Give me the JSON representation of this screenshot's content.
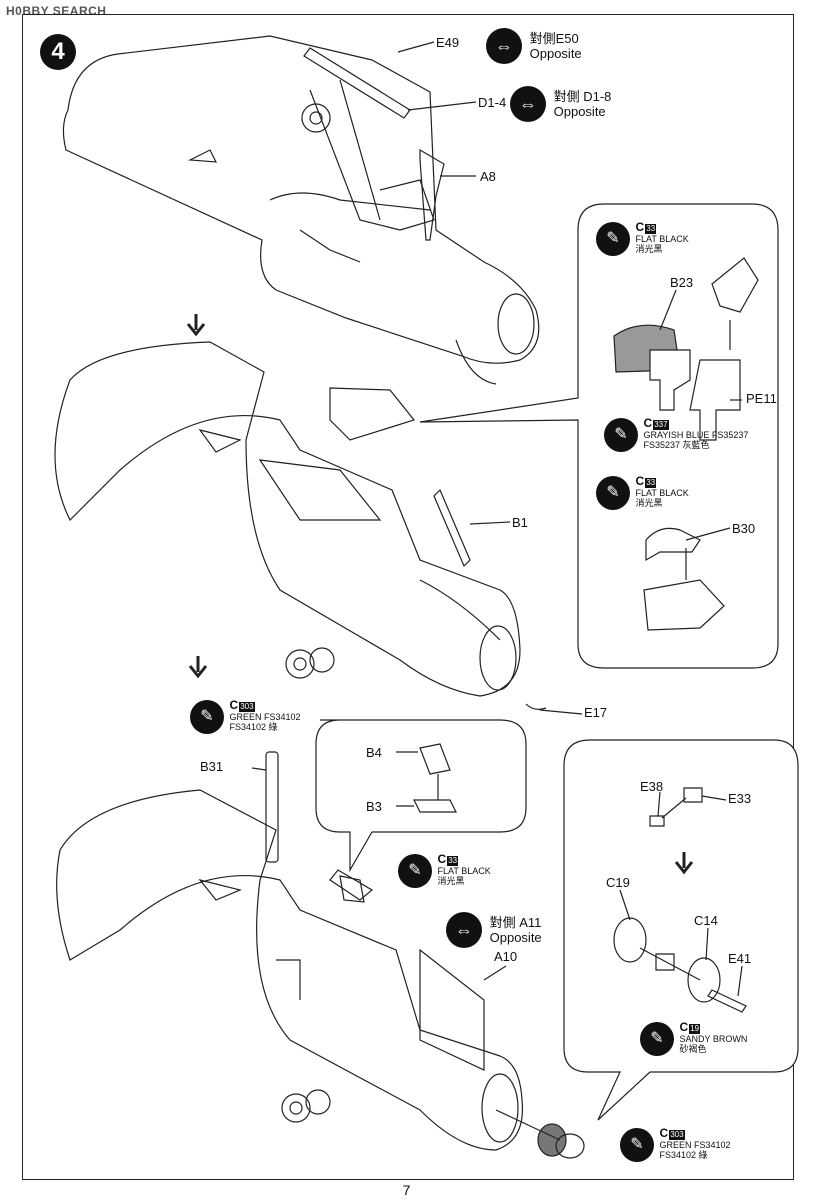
{
  "watermark": "H0BBY SEARCH",
  "step_number": "4",
  "page_number": "7",
  "opposite": {
    "e50": {
      "cn": "對側E50",
      "en": "Opposite"
    },
    "d18": {
      "cn": "對側 D1-8",
      "en": "Opposite"
    },
    "a11": {
      "cn": "對側 A11",
      "en": "Opposite"
    }
  },
  "parts": {
    "e49": "E49",
    "d14": "D1-4",
    "a8": "A8",
    "b23": "B23",
    "pe11": "PE11",
    "b30": "B30",
    "b1": "B1",
    "e17": "E17",
    "b31": "B31",
    "b4": "B4",
    "b3": "B3",
    "e38": "E38",
    "e33": "E33",
    "c19": "C19",
    "c14": "C14",
    "e41": "E41",
    "a10": "A10"
  },
  "paints": {
    "flat_black_1": {
      "code": "C",
      "num": "33",
      "en": "FLAT BLACK",
      "cn": "消光黑"
    },
    "grayish_blue": {
      "code": "C",
      "num": "337",
      "en": "GRAYISH BLUE FS35237",
      "cn": "FS35237 灰藍色"
    },
    "flat_black_2": {
      "code": "C",
      "num": "33",
      "en": "FLAT BLACK",
      "cn": "消光黑"
    },
    "green_1": {
      "code": "C",
      "num": "303",
      "en": "GREEN FS34102",
      "cn": "FS34102 綠"
    },
    "flat_black_3": {
      "code": "C",
      "num": "33",
      "en": "FLAT BLACK",
      "cn": "消光黑"
    },
    "sandy_brown": {
      "code": "C",
      "num": "19",
      "en": "SANDY BROWN",
      "cn": "砂褐色"
    },
    "green_2": {
      "code": "C",
      "num": "303",
      "en": "GREEN FS34102",
      "cn": "FS34102 綠"
    }
  }
}
